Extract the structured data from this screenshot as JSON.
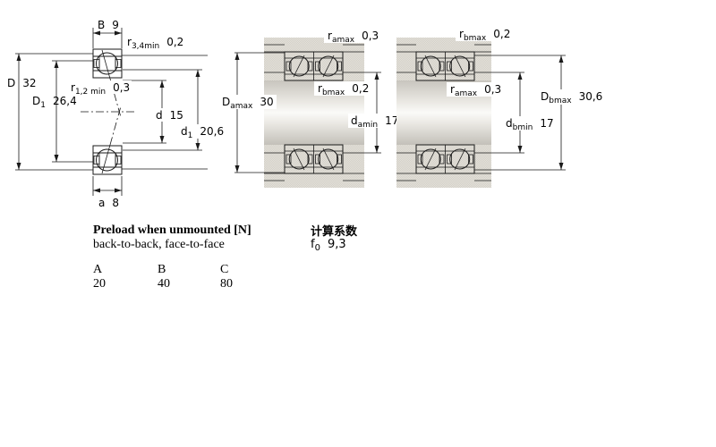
{
  "section_drawing": {
    "b": {
      "sym": "B",
      "val": "9"
    },
    "r34": {
      "sym": "r",
      "sub": "3,4min",
      "val": "0,2"
    },
    "D": {
      "sym": "D",
      "val": "32"
    },
    "D1": {
      "sym": "D",
      "sub": "1",
      "val": "26,4"
    },
    "r12": {
      "sym": "r",
      "sub": "1,2 min",
      "val": "0,3"
    },
    "d": {
      "sym": "d",
      "val": "15"
    },
    "d1": {
      "sym": "d",
      "sub": "1",
      "val": "20,6"
    },
    "a": {
      "sym": "a",
      "val": "8"
    }
  },
  "mount_a": {
    "r_top": {
      "sym": "r",
      "sub": "amax",
      "val": "0,3"
    },
    "r_mid": {
      "sym": "r",
      "sub": "bmax",
      "val": "0,2"
    },
    "Da": {
      "sym": "D",
      "sub": "amax",
      "val": "30"
    },
    "da": {
      "sym": "d",
      "sub": "amin",
      "val": "17"
    }
  },
  "mount_b": {
    "r_top": {
      "sym": "r",
      "sub": "bmax",
      "val": "0,2"
    },
    "r_mid": {
      "sym": "r",
      "sub": "amax",
      "val": "0,3"
    },
    "Db": {
      "sym": "D",
      "sub": "bmax",
      "val": "30,6"
    },
    "db": {
      "sym": "d",
      "sub": "bmin",
      "val": "17"
    }
  },
  "preload": {
    "title": "Preload when unmounted [N]",
    "subtitle": "back-to-back, face-to-face",
    "columns": [
      "A",
      "B",
      "C"
    ],
    "values": [
      "20",
      "40",
      "80"
    ]
  },
  "calc_factors": {
    "title": "计算系数",
    "f0": {
      "sym": "f",
      "sub": "0",
      "val": "9,3"
    }
  }
}
